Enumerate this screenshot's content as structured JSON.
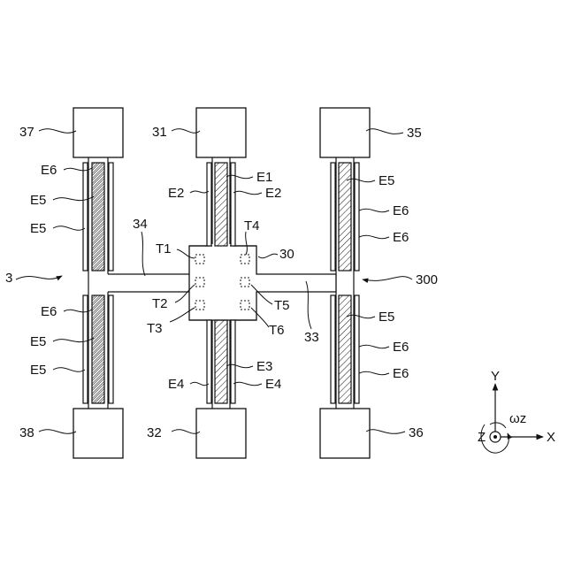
{
  "figure_number": "3",
  "assembly_label": "300",
  "anchor_labels": {
    "top_center": "31",
    "bottom_center": "32",
    "right_mid": "33",
    "left_mid": "34",
    "top_right": "35",
    "bottom_right": "36",
    "top_left": "37",
    "bottom_left": "38",
    "center_mass": "30"
  },
  "electrode_labels": {
    "top": {
      "e1": "E1",
      "e2_left": "E2",
      "e2_right": "E2"
    },
    "bottom": {
      "e3": "E3",
      "e4_left": "E4",
      "e4_right": "E4"
    },
    "left_upper": {
      "e6": "E6",
      "e5_a": "E5",
      "e5_b": "E5"
    },
    "left_lower": {
      "e6": "E6",
      "e5_a": "E5",
      "e5_b": "E5"
    },
    "right_upper": {
      "e5": "E5",
      "e6_a": "E6",
      "e6_b": "E6"
    },
    "right_lower": {
      "e5": "E5",
      "e6_a": "E6",
      "e6_b": "E6"
    }
  },
  "terminal_labels": {
    "t1": "T1",
    "t2": "T2",
    "t3": "T3",
    "t4": "T4",
    "t5": "T5",
    "t6": "T6"
  },
  "axes": {
    "x": "X",
    "y": "Y",
    "z": "Z",
    "rotation": "ωz"
  }
}
